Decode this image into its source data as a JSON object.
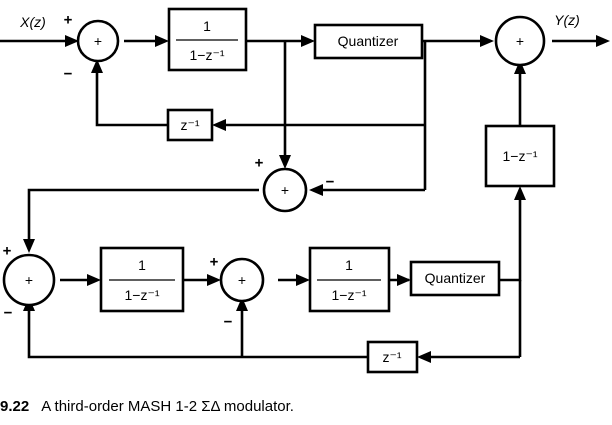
{
  "signals": {
    "input": "X(z)",
    "output": "Y(z)"
  },
  "blocks": {
    "integrator_num": "1",
    "integrator_den": "1−z⁻¹",
    "delay": "z⁻¹",
    "quantizer": "Quantizer",
    "differentiator": "1−z⁻¹"
  },
  "summer_symbol": "+",
  "signs": {
    "plus": "+",
    "minus": "−"
  },
  "caption": {
    "number": "9.22",
    "text": "A third-order MASH 1-2 ΣΔ modulator."
  }
}
